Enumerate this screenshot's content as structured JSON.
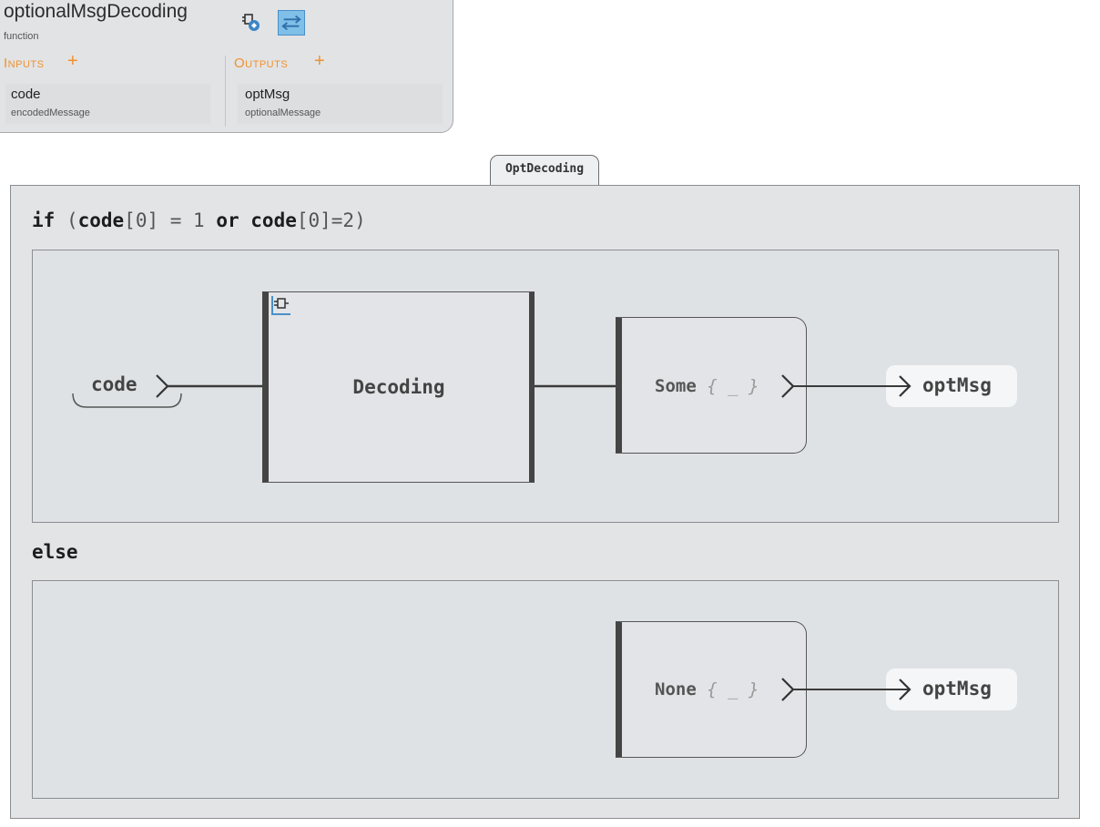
{
  "function": {
    "name": "optionalMsgDecoding",
    "kind": "function",
    "inputs_label": "Inputs",
    "outputs_label": "Outputs",
    "plus": "+",
    "inputs": [
      {
        "name": "code",
        "type": "encodedMessage"
      }
    ],
    "outputs": [
      {
        "name": "optMsg",
        "type": "optionalMessage"
      }
    ]
  },
  "block": {
    "tab_label": "OptDecoding",
    "condition": {
      "kw_if": "if",
      "open": " (",
      "var1": "code",
      "idx1": "[0] = 1 ",
      "kw_or": "or",
      "sp": " ",
      "var2": "code",
      "idx2": "[0]=2)"
    },
    "else_label": "else",
    "then_branch": {
      "input_label": "code",
      "decoder_label": "Decoding",
      "ctor_name": "Some",
      "ctor_args": "{ _ }",
      "output_label": "optMsg"
    },
    "else_branch": {
      "ctor_name": "None",
      "ctor_args": "{ _ }",
      "output_label": "optMsg"
    }
  },
  "colors": {
    "accent_orange": "#f0922c",
    "icon_blue": "#4a90c8",
    "line": "#3a3a3a"
  },
  "icons": [
    "function-settings-icon",
    "swap-direction-icon",
    "component-icon"
  ]
}
